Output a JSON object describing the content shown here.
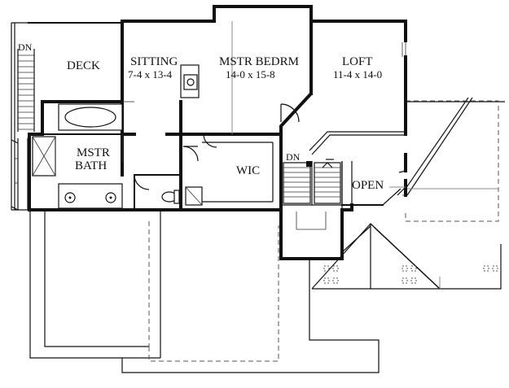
{
  "labels": {
    "dn_left": "DN",
    "dn_stair": "DN",
    "deck": "DECK",
    "sitting_name": "SITTING",
    "sitting_dim": "7-4 x 13-4",
    "master_bedroom_name": "MSTR BEDRM",
    "master_bedroom_dim": "14-0 x 15-8",
    "loft_name": "LOFT",
    "loft_dim": "11-4 x 14-0",
    "master_bath_line1": "MSTR",
    "master_bath_line2": "BATH",
    "wic": "WIC",
    "open": "OPEN"
  }
}
